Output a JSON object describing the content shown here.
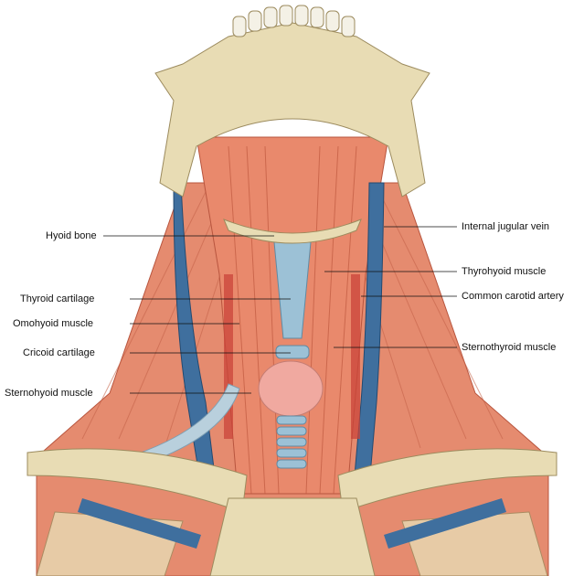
{
  "labels": {
    "left": [
      "Hyoid bone",
      "Thyroid cartilage",
      "Omohyoid muscle",
      "Cricoid cartilage",
      "Sternohyoid muscle"
    ],
    "right": [
      "Internal jugular vein",
      "Thyrohyoid muscle",
      "Common carotid artery",
      "Sternothyroid muscle"
    ]
  },
  "colors": {
    "bone": "#e8dcb4",
    "muscle": "#e8876a",
    "vein": "#3f6f9e",
    "artery": "#c9443a",
    "cartilage": "#9cc1d6",
    "thyroid": "#f0a9a0"
  }
}
